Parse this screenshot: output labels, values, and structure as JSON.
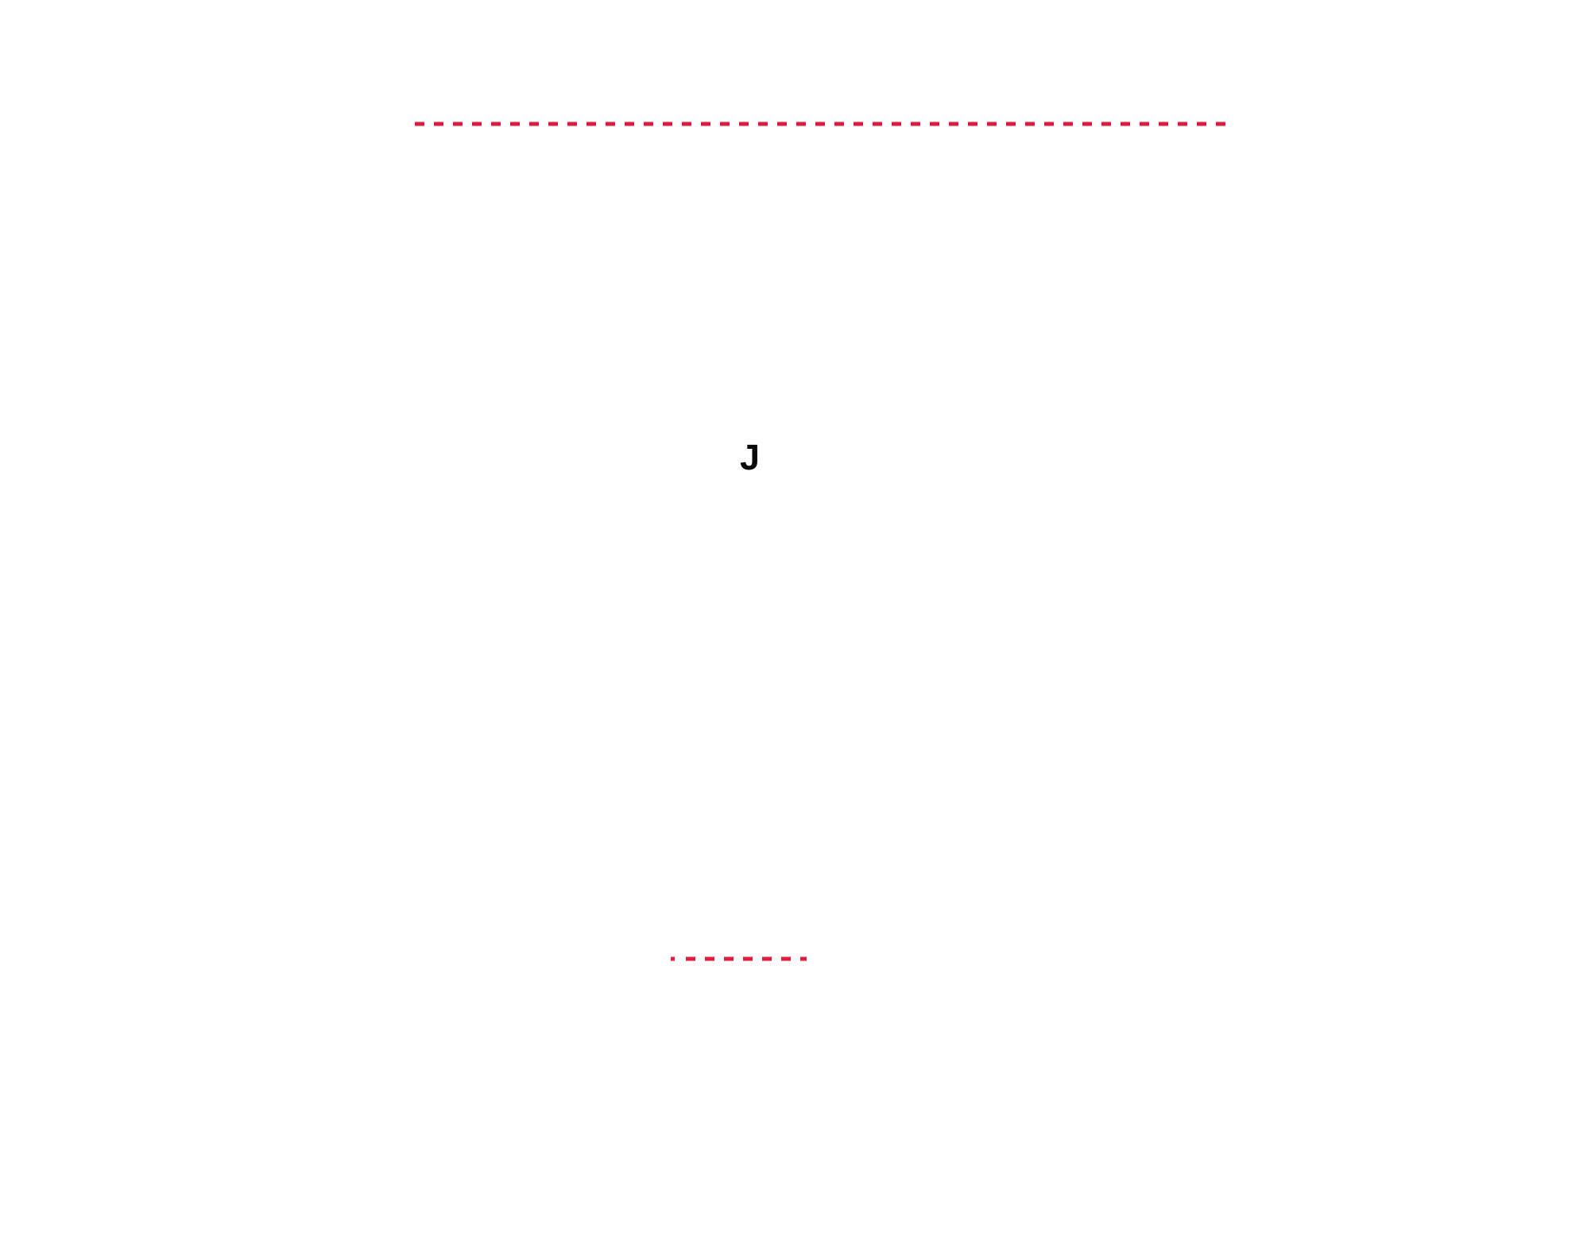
{
  "diagram": {
    "label": "J",
    "line_color": "#e31b3f",
    "text_color": "#0a0a0a",
    "lines": [
      {
        "name": "top-dashed-line",
        "style": "dashed"
      },
      {
        "name": "bottom-dashed-line",
        "style": "dashed"
      }
    ]
  }
}
